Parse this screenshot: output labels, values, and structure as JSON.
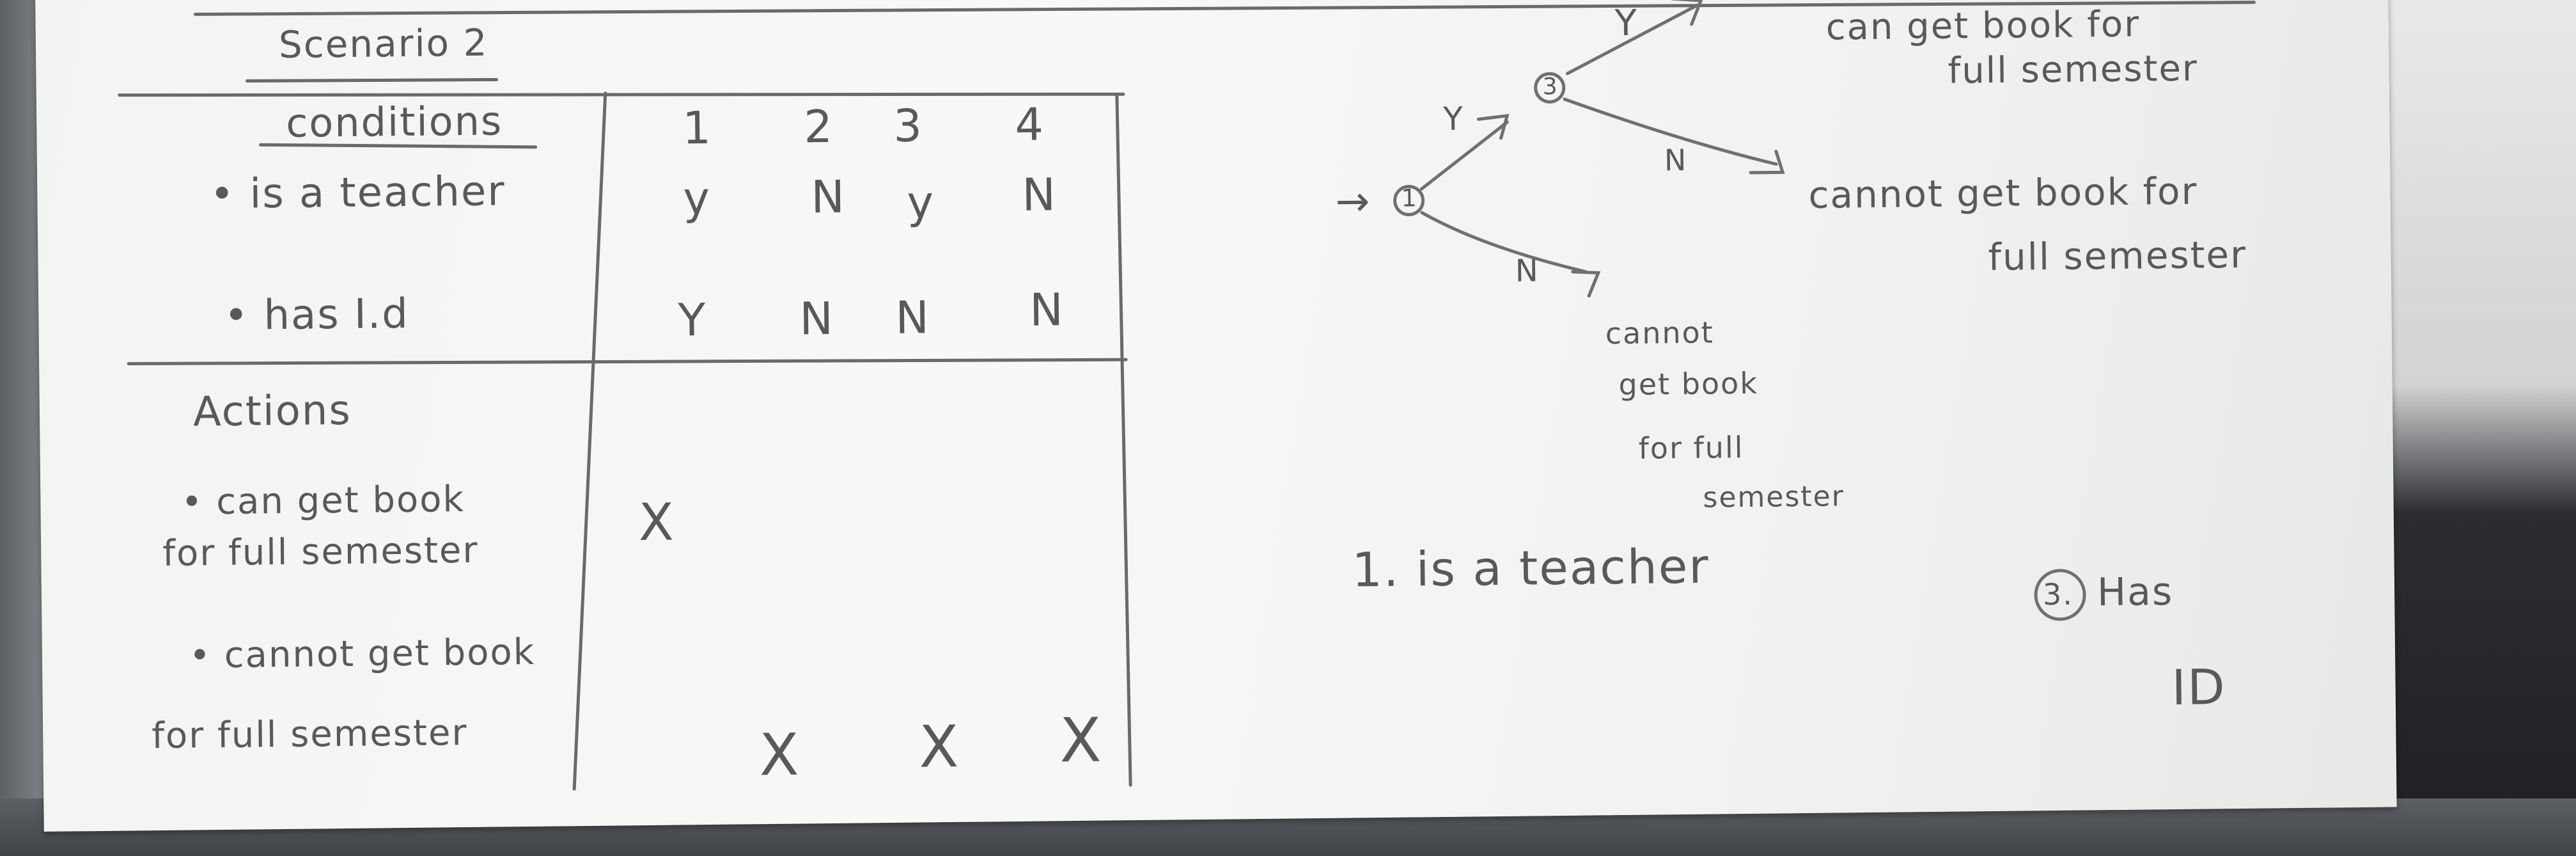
{
  "title": "Scenario 2",
  "table": {
    "conditions_header": "conditions",
    "rule_numbers": [
      "1",
      "2",
      "3",
      "4"
    ],
    "conditions": [
      {
        "label": "is a teacher",
        "values": [
          "y",
          "N",
          "y",
          "N"
        ]
      },
      {
        "label": "has I.d",
        "values": [
          "Y",
          "N",
          "N",
          "N"
        ]
      }
    ],
    "actions_header": "Actions",
    "actions": [
      {
        "line1": "can get book",
        "line2": "for full semester",
        "marks": [
          "X",
          "",
          "",
          ""
        ]
      },
      {
        "line1": "cannot get book",
        "line2": "for full semester",
        "marks": [
          "",
          "X",
          "X",
          "X"
        ]
      }
    ]
  },
  "tree": {
    "start_arrow": "→",
    "node1": "1",
    "node3": "3",
    "edge_1_3": "Y",
    "edge_1_no": "N",
    "edge_3_yes": "Y",
    "edge_3_no": "N",
    "outcome_yes_line1": "can get book for",
    "outcome_yes_line2": "full semester",
    "outcome_no3_line1": "cannot get book for",
    "outcome_no3_line2": "full semester",
    "outcome_no1_lines": [
      "cannot",
      "get book",
      "for full",
      "semester"
    ]
  },
  "legend": {
    "item1": "1. is a teacher",
    "item3_num": "3.",
    "item3_text": "Has",
    "item3_text2": "ID"
  }
}
